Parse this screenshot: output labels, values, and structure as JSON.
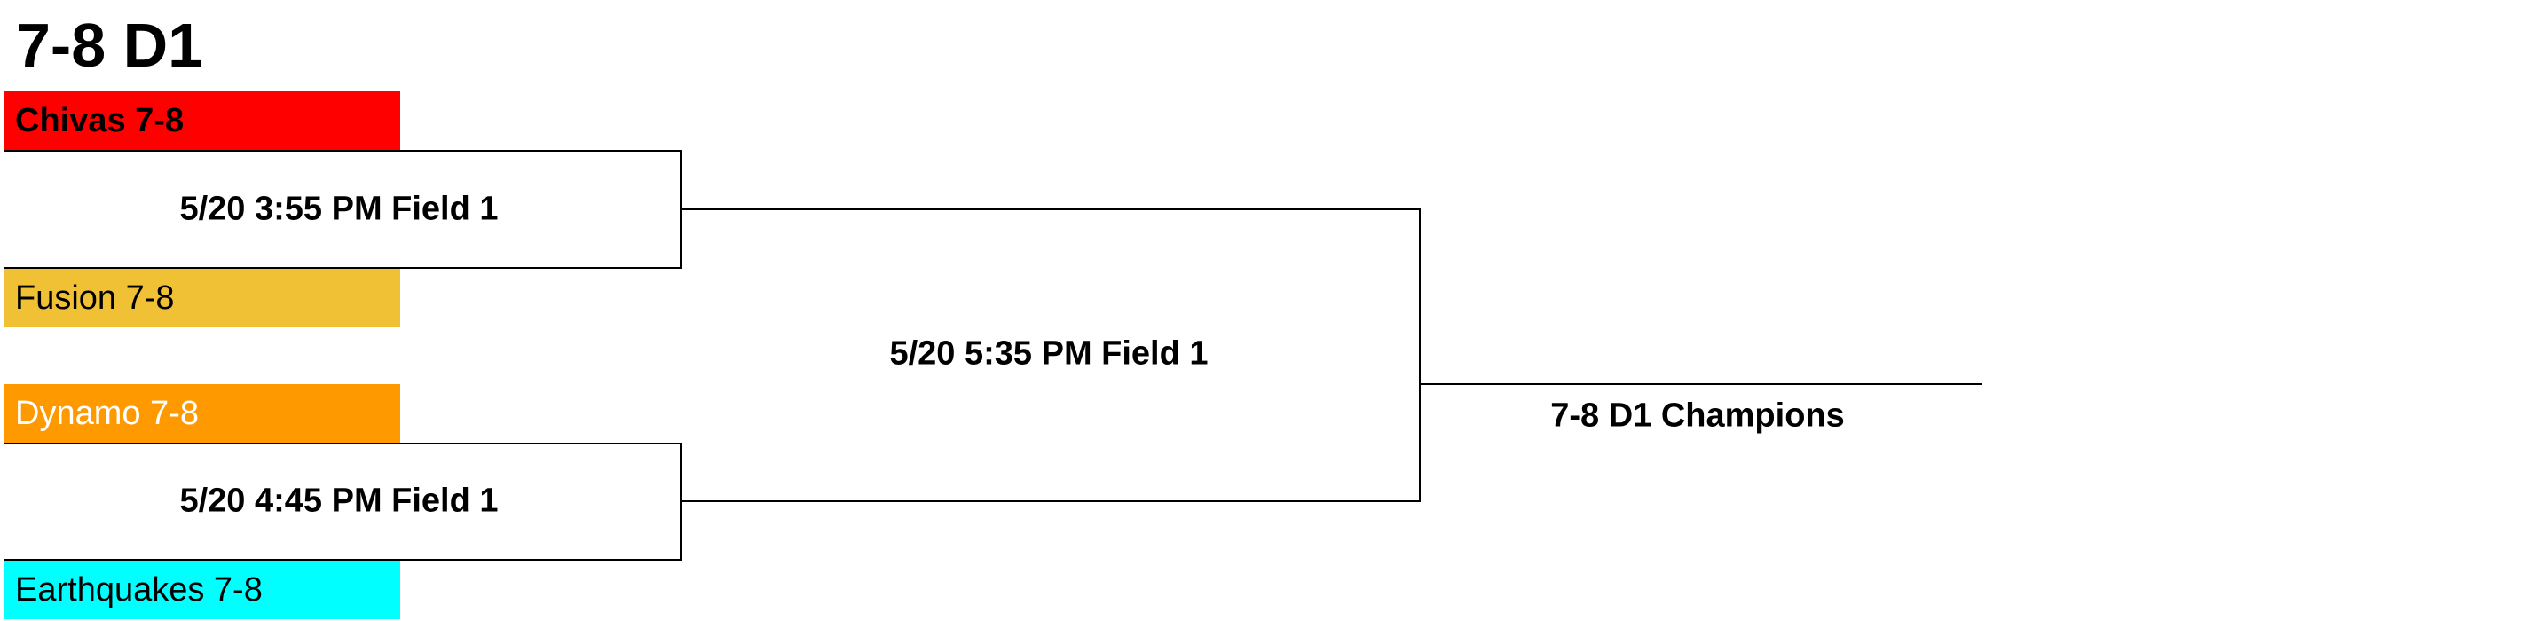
{
  "bracket": {
    "title": "7-8 D1",
    "teams": [
      {
        "name": "Chivas 7-8",
        "color": "#ff0000",
        "text_color": "#000000",
        "bold": true
      },
      {
        "name": "Fusion 7-8",
        "color": "#f0c135",
        "text_color": "#000000",
        "bold": false
      },
      {
        "name": "Dynamo 7-8",
        "color": "#ff9900",
        "text_color": "#ffffff",
        "bold": false
      },
      {
        "name": "Earthquakes 7-8",
        "color": "#00ffff",
        "text_color": "#000000",
        "bold": false
      }
    ],
    "games": [
      {
        "label": "5/20 3:55 PM Field 1"
      },
      {
        "label": "5/20 4:45 PM Field 1"
      },
      {
        "label": "5/20 5:35 PM Field 1"
      }
    ],
    "champion_label": "7-8 D1 Champions"
  }
}
